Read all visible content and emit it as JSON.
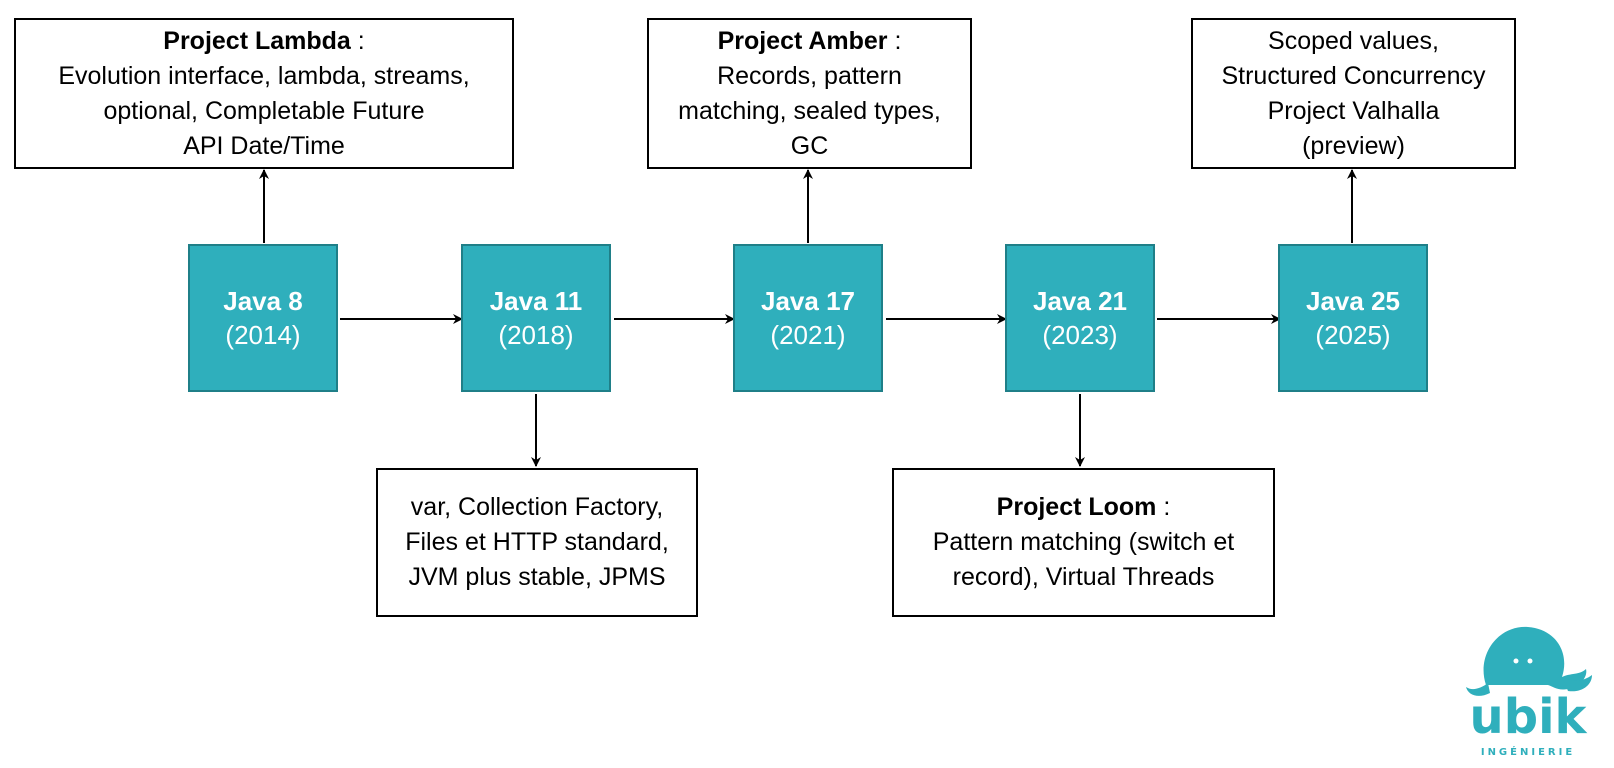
{
  "versions": [
    {
      "name": "Java 8",
      "year": "(2014)"
    },
    {
      "name": "Java 11",
      "year": "(2018)"
    },
    {
      "name": "Java 17",
      "year": "(2021)"
    },
    {
      "name": "Java 21",
      "year": "(2023)"
    },
    {
      "name": "Java 25",
      "year": "(2025)"
    }
  ],
  "notes": {
    "java8": {
      "project": "Project Lambda",
      "sep": " :",
      "lines": [
        "Evolution interface, lambda, streams,",
        "optional, Completable Future",
        "API Date/Time"
      ]
    },
    "java11": {
      "lines": [
        "var, Collection Factory,",
        "Files et HTTP standard,",
        "JVM plus stable, JPMS"
      ]
    },
    "java17": {
      "project": "Project Amber",
      "sep": " :",
      "lines": [
        "Records, pattern",
        "matching, sealed types,",
        "GC"
      ]
    },
    "java21": {
      "project": "Project Loom",
      "sep": " :",
      "lines": [
        "Pattern matching (switch et",
        "record), Virtual Threads"
      ]
    },
    "java25": {
      "lines": [
        "Scoped values,",
        "Structured Concurrency",
        "Project Valhalla",
        "(preview)"
      ]
    }
  },
  "logo": {
    "word": "ubik",
    "tagline": "INGÉNIERIE",
    "color": "#2fafbc"
  },
  "colors": {
    "node_fill": "#2fafbc",
    "node_border": "#1f7f88",
    "note_border": "#000000"
  }
}
